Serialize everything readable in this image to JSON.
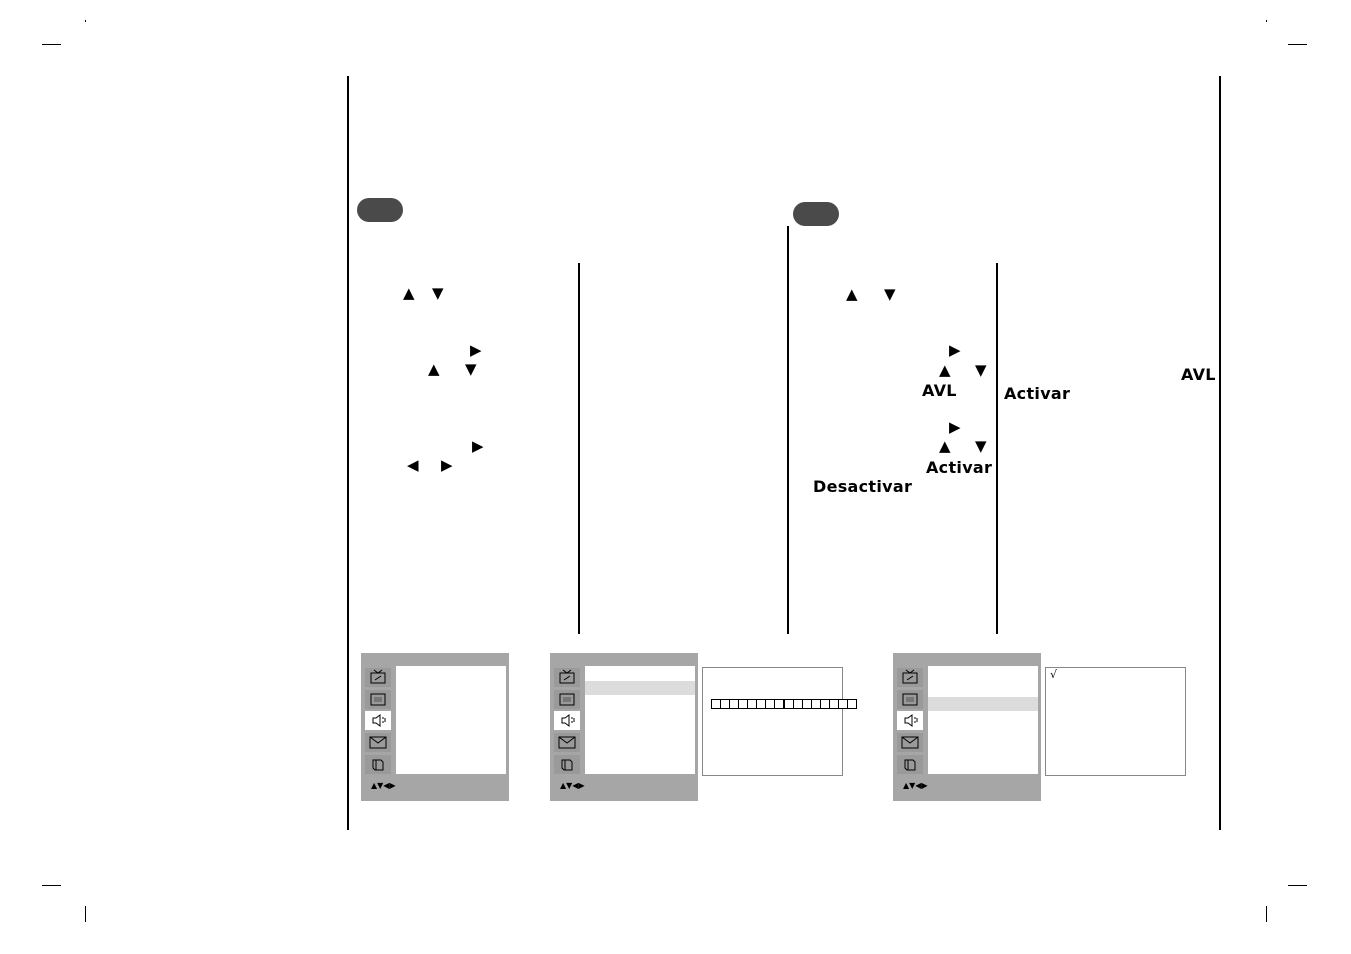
{
  "text": {
    "avl_step": "AVL",
    "activar_step": "Activar",
    "desactivar_step": "Desactivar",
    "avl_note": "AVL",
    "activar_note": "Activar"
  },
  "symbols": {
    "up": "▲",
    "down": "▼",
    "left": "◀",
    "right": "▶"
  },
  "osd": {
    "nav_hint": "▲▼◀▶",
    "check": "√"
  },
  "volume_bar": {
    "segments": 16,
    "marker_index": 8
  },
  "colors": {
    "ink": "#000000",
    "pill": "#4a4a4a",
    "menu_frame": "#a6a6a6",
    "menu_highlight": "#dcdcdc"
  }
}
